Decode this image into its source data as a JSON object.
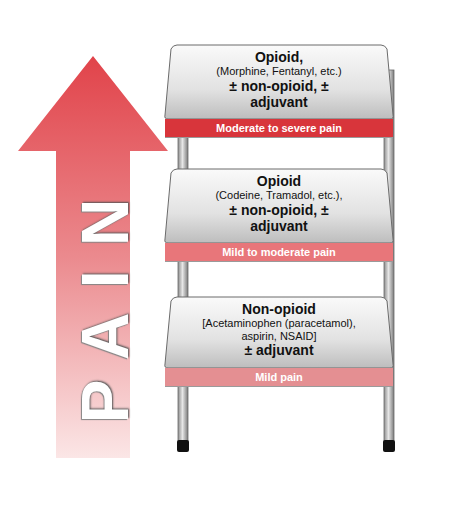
{
  "diagram": {
    "nodes": [
      {
        "text": [
          "PAIN"
        ]
      },
      {
        "text": [
          "Opioid,",
          "(Morphine, Fentanyl, etc.)",
          "± non-opioid, ± adjuvant",
          "Moderate to severe pain"
        ]
      },
      {
        "text": [
          "Opioid",
          "(Codeine, Tramadol, etc.),",
          "± non-opioid, ± adjuvant",
          "Mild to moderate pain"
        ]
      },
      {
        "text": [
          "Non-opioid",
          "[Acetaminophen (paracetamol), aspirin, NSAID]",
          "± adjuvant",
          "Mild pain"
        ]
      }
    ]
  }
}
